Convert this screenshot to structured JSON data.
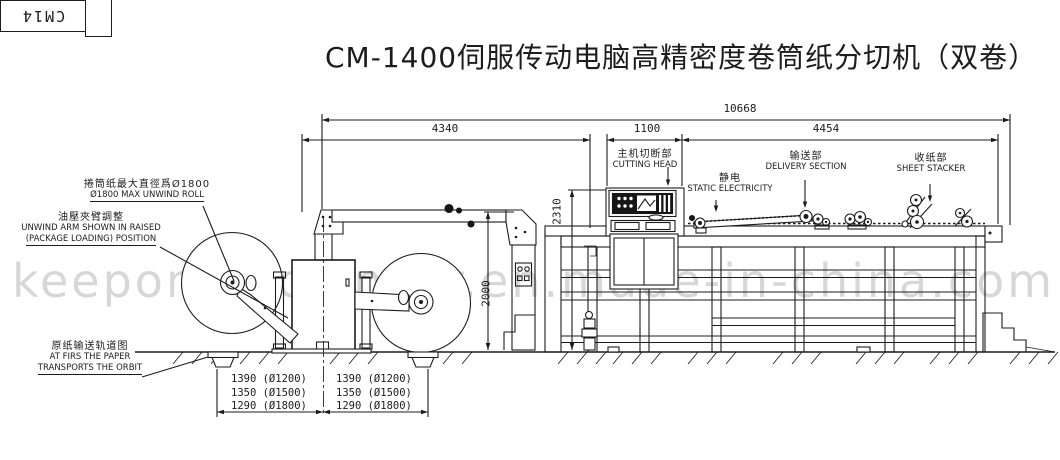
{
  "frame": {
    "corner_code": "CM14"
  },
  "title": "CM-1400伺服传动电脑高精密度卷筒纸分切机（双卷）",
  "watermark": {
    "text": "keeponmachinery.en.made-in-china.com"
  },
  "dimensions": {
    "overall_width": "10668",
    "unwind_width": "4340",
    "cutting_width": "1100",
    "delivery_width": "4454",
    "cutting_height": "2310",
    "unwind_height": "2000"
  },
  "labels": {
    "max_roll": {
      "cn": "捲筒纸最大直徑爲Ø1800",
      "en": "Ø1800 MAX UNWIND ROLL"
    },
    "unwind_arm": {
      "cn": "油壓夾臂調整",
      "en1": "UNWIND ARM SHOWN IN RAISED",
      "en2": "(PACKAGE LOADING) POSITION"
    },
    "paper_orbit": {
      "cn": "原纸输送轨道图",
      "en1": "AT FIRS THE PAPER",
      "en2": "TRANSPORTS THE ORBIT"
    },
    "cutting_head": {
      "cn": "主机切断部",
      "en": "CUTTING HEAD"
    },
    "static_electricity": {
      "cn": "静电",
      "en": "STATIC ELECTRICITY"
    },
    "delivery_section": {
      "cn": "输送部",
      "en": "DELIVERY SECTION"
    },
    "sheet_stacker": {
      "cn": "收纸部",
      "en": "SHEET STACKER"
    }
  },
  "roll_table": {
    "left_rows": [
      "1390 (Ø1200)",
      "1350 (Ø1500)",
      "1290 (Ø1800)"
    ],
    "right_rows": [
      "1390 (Ø1200)",
      "1350 (Ø1500)",
      "1290 (Ø1800)"
    ]
  },
  "colors": {
    "line": "#1c1c1c",
    "watermark": "#c9c9c9",
    "background": "#ffffff"
  }
}
